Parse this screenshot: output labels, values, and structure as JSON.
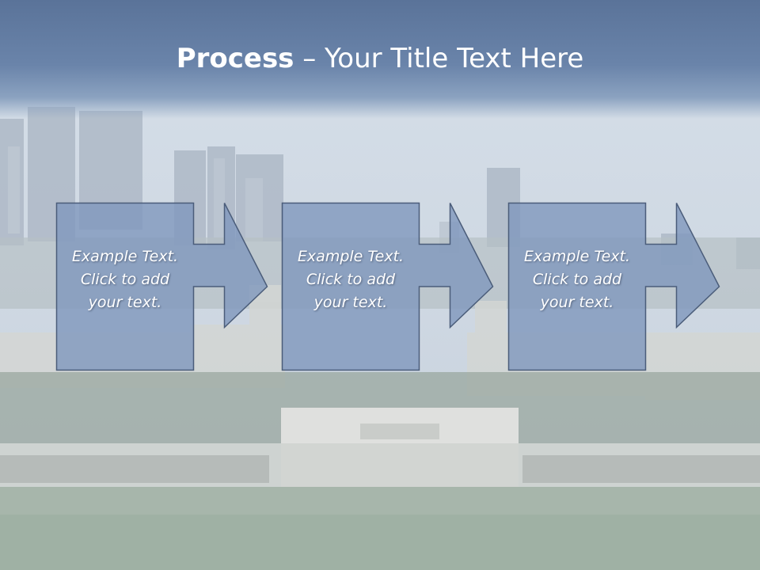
{
  "title": {
    "bold": "Process",
    "rest": " – Your Title Text Here"
  },
  "steps": [
    {
      "text": "Example Text.\nClick  to add\nyour text."
    },
    {
      "text": "Example Text.\nClick  to add\nyour text."
    },
    {
      "text": "Example Text.\nClick  to add\nyour text."
    }
  ],
  "colors": {
    "box_fill": "#7f97bd",
    "box_stroke": "#4b5d7a",
    "title_band": "#5a7399"
  }
}
